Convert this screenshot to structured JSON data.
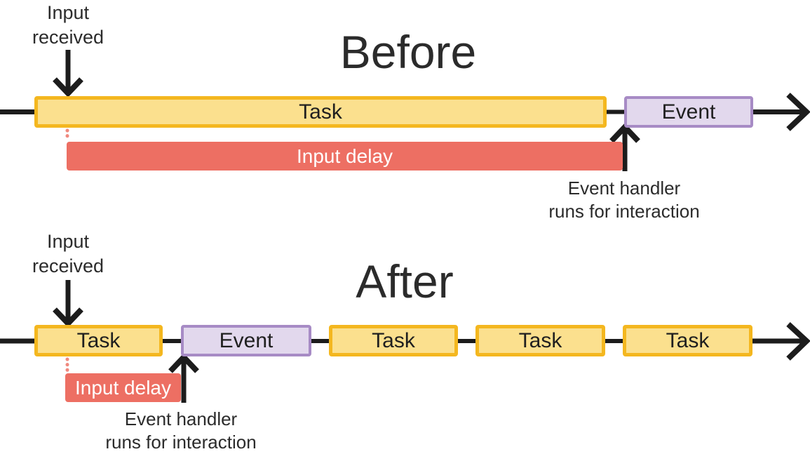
{
  "colors": {
    "task-fill": "#FBE08E",
    "task-border": "#F4B71F",
    "event-fill": "#E2D8ED",
    "event-border": "#A78BC5",
    "delay-fill": "#ED6F63",
    "delay-dot": "#F0897E",
    "line": "#1C1C1C",
    "text": "#2B2B2B",
    "delay-text": "#FFFFFF"
  },
  "before": {
    "title": "Before",
    "input_received_line1": "Input",
    "input_received_line2": "received",
    "input_delay_label": "Input delay",
    "event_handler_line1": "Event handler",
    "event_handler_line2": "runs for interaction",
    "timeline": [
      {
        "type": "task",
        "label": "Task"
      },
      {
        "type": "event",
        "label": "Event"
      }
    ]
  },
  "after": {
    "title": "After",
    "input_received_line1": "Input",
    "input_received_line2": "received",
    "input_delay_label": "Input delay",
    "event_handler_line1": "Event handler",
    "event_handler_line2": "runs for interaction",
    "timeline": [
      {
        "type": "task",
        "label": "Task"
      },
      {
        "type": "event",
        "label": "Event"
      },
      {
        "type": "task",
        "label": "Task"
      },
      {
        "type": "task",
        "label": "Task"
      },
      {
        "type": "task",
        "label": "Task"
      }
    ]
  }
}
